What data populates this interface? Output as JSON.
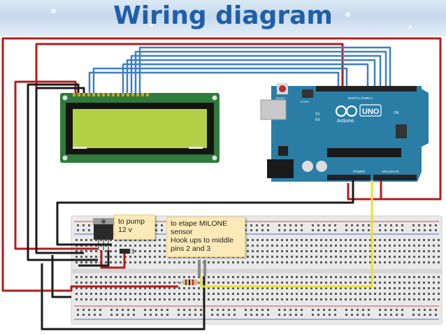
{
  "title": "Wiring diagram",
  "labels": {
    "pump": [
      "to pump",
      "12  v"
    ],
    "sensor": [
      "to etape MILONE",
      "sensor",
      "Hook ups to middle",
      "pins 2 and 3"
    ]
  },
  "board": {
    "brand": "Arduino",
    "model": "UNO",
    "reset": "RESET",
    "icsp": "ICSP2",
    "digital": "DIGITAL (PWM~)",
    "power": "POWER",
    "analog": "ANALOG IN",
    "tx": "TX",
    "rx": "RX",
    "on": "ON"
  },
  "colors": {
    "wire_red": "#b11c1c",
    "wire_black": "#1a1a1a",
    "wire_blue": "#3d7fc4",
    "wire_yellow": "#e9e133",
    "arduino": "#2a7ea6",
    "lcd_screen": "#b4d046",
    "lcd_board": "#2f7b3b",
    "title": "#1f5fa6"
  }
}
